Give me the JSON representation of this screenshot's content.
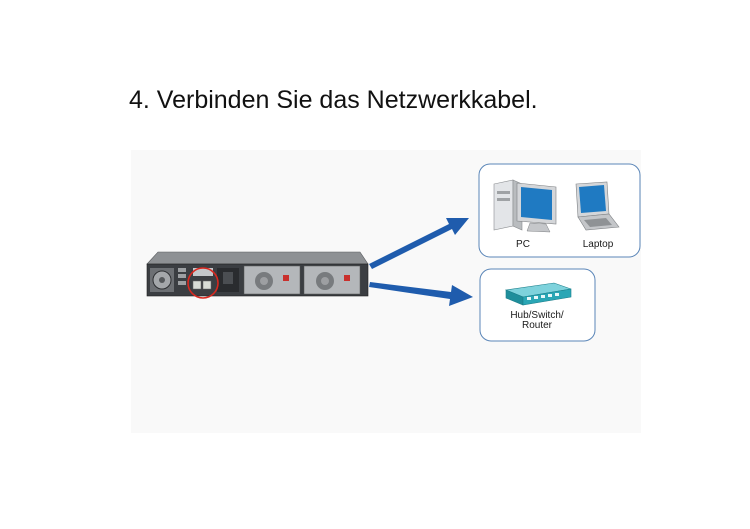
{
  "step": {
    "title": "4. Verbinden Sie das Netzwerkkabel."
  },
  "diagram": {
    "devices_box": {
      "pc_label": "PC",
      "laptop_label": "Laptop"
    },
    "network_box": {
      "label_line1": "Hub/Switch/",
      "label_line2": "Router"
    },
    "colors": {
      "arrow": "#1f5cad",
      "box_border": "#5b86b8",
      "highlight_circle": "#d9281f",
      "switch_body": "#2aa6b5"
    },
    "icons": [
      "server-rack-icon",
      "pc-icon",
      "laptop-icon",
      "switch-icon",
      "arrow-icon"
    ]
  }
}
